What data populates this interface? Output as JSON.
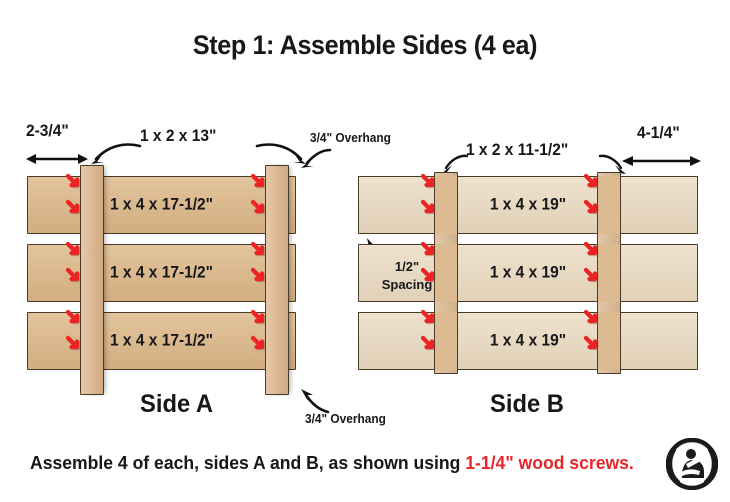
{
  "title": "Step 1: Assemble Sides (4 ea)",
  "caption": {
    "lead": "Assemble 4 of each, sides A and B, as shown using ",
    "accent": "1-1/4\" wood screws.",
    "accent_color": "#e8262a"
  },
  "colors": {
    "board_a": "#ddb787",
    "board_b": "#ead9bf",
    "stile_a": "#dfb68a",
    "stile_b": "#dcbb93",
    "outline": "#4a3a28",
    "screw_arrow": "#ee2222",
    "text": "#15171a",
    "background": "#ffffff"
  },
  "side_a": {
    "name": "Side A",
    "board_label": "1 x 4 x 17-1/2\"",
    "board_count": 3,
    "stile_label": "1 x 2 x 13\"",
    "stile_count": 2,
    "left_margin_dim": "2-3/4\"",
    "overhang_top": "3/4\" Overhang",
    "overhang_bottom": "3/4\" Overhang",
    "boards": [
      {
        "label": "1 x 4 x 17-1/2\""
      },
      {
        "label": "1 x 4 x 17-1/2\""
      },
      {
        "label": "1 x 4 x 17-1/2\""
      }
    ]
  },
  "side_b": {
    "name": "Side B",
    "board_label": "1 x 4 x 19\"",
    "board_count": 3,
    "stile_label": "1 x 2 x 11-1/2\"",
    "stile_count": 2,
    "right_margin_dim": "4-1/4\"",
    "spacing_value": "1/2\"",
    "spacing_word": "Spacing",
    "boards": [
      {
        "label": "1 x 4 x 19\""
      },
      {
        "label": "1 x 4 x 19\""
      },
      {
        "label": "1 x 4 x 19\""
      }
    ]
  },
  "logo": {
    "alt": "woodworker-circle-logo"
  }
}
